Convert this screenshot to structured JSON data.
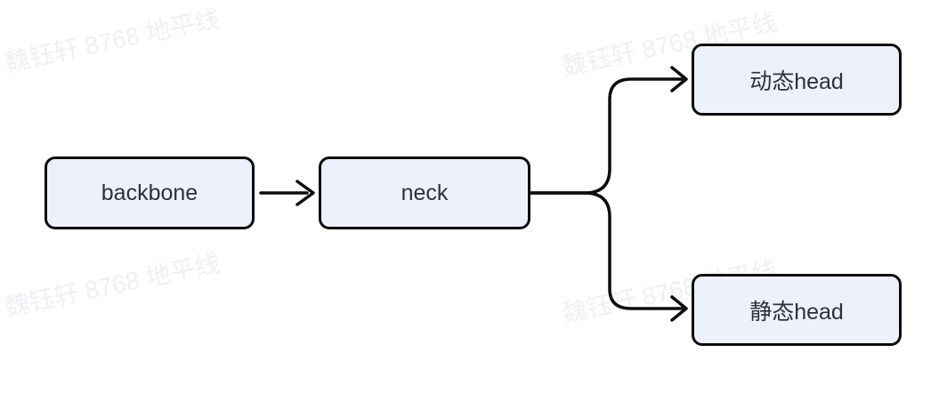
{
  "watermark": {
    "text": "魏钰轩 8768 地平线"
  },
  "diagram": {
    "nodes": [
      {
        "id": "backbone",
        "label": "backbone"
      },
      {
        "id": "neck",
        "label": "neck"
      },
      {
        "id": "dynamic-head",
        "label": "动态head"
      },
      {
        "id": "static-head",
        "label": "静态head"
      }
    ],
    "edges": [
      {
        "from": "backbone",
        "to": "neck"
      },
      {
        "from": "neck",
        "to": "dynamic-head"
      },
      {
        "from": "neck",
        "to": "static-head"
      }
    ],
    "colors": {
      "background": "#ffffff",
      "node_fill": "#edf1fb",
      "node_border": "#0d0d0d",
      "node_text": "#2a323e",
      "connector": "#0d0d0d",
      "watermark": "#eef0f4"
    }
  }
}
